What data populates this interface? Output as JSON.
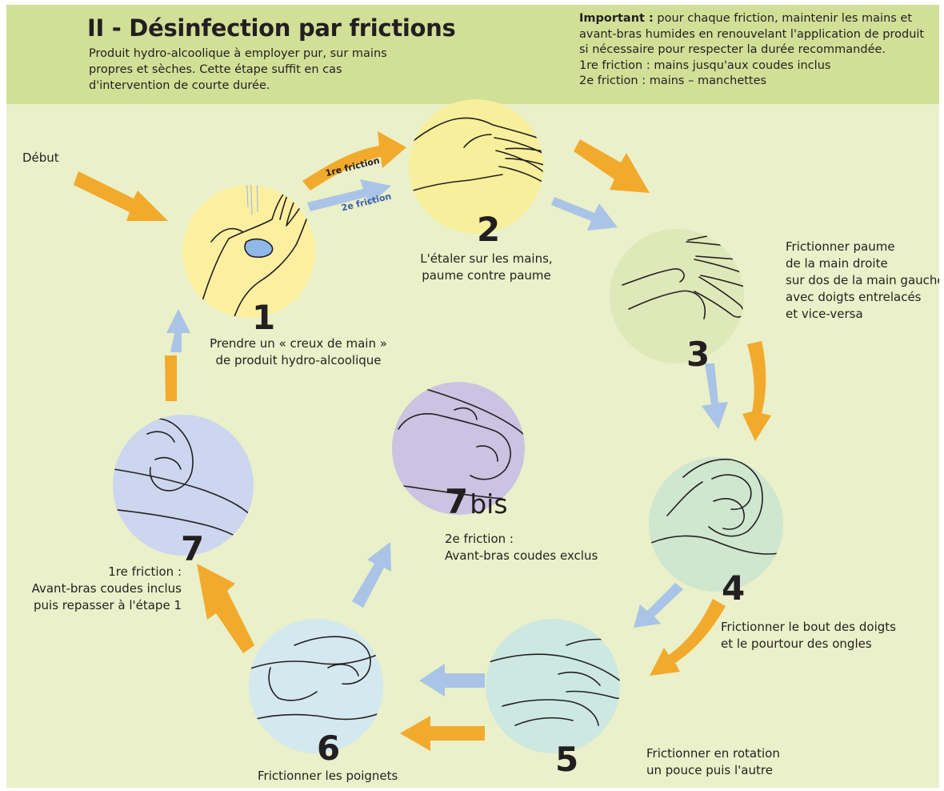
{
  "header": {
    "title": "II - Désinfection par frictions",
    "intro": "Produit hydro-alcoolique à employer pur, sur mains propres et sèches. Cette étape suffit en cas d'intervention de courte durée.",
    "important_label": "Important :",
    "important_text": " pour chaque friction, maintenir les mains et avant-bras humides en renouvelant l'application de produit si nécessaire pour respecter la durée recommandée.",
    "friction1_line": "1re friction : mains jusqu'aux coudes inclus",
    "friction2_line": "2e friction : mains – manchettes"
  },
  "start_label": "Début",
  "arrow_labels": {
    "first": "1re friction",
    "second": "2e friction"
  },
  "steps": {
    "s1": {
      "number": "1",
      "caption_1": "Prendre un « creux de main »",
      "caption_2": "de produit hydro-alcoolique"
    },
    "s2": {
      "number": "2",
      "caption_1": "L'étaler sur les mains,",
      "caption_2": "paume contre paume"
    },
    "s3": {
      "number": "3",
      "caption_1": "Frictionner paume",
      "caption_2": "de la main droite",
      "caption_3": "sur dos de la main gauche",
      "caption_4": "avec doigts entrelacés",
      "caption_5": "et vice-versa"
    },
    "s4": {
      "number": "4",
      "caption_1": "Frictionner le bout des doigts",
      "caption_2": "et le pourtour des ongles"
    },
    "s5": {
      "number": "5",
      "caption_1": "Frictionner en rotation",
      "caption_2": "un pouce puis l'autre"
    },
    "s6": {
      "number": "6",
      "caption_1": "Frictionner les poignets"
    },
    "s7": {
      "number": "7",
      "caption_1": "1re friction :",
      "caption_2": "Avant-bras coudes inclus",
      "caption_3": "puis repasser à l'étape 1"
    },
    "s7bis": {
      "number": "7",
      "suffix": "bis",
      "caption_1": "2e friction :",
      "caption_2": "Avant-bras coudes exclus"
    }
  },
  "colors": {
    "page_bg": "#eaf0c9",
    "header_bg": "#d2df97",
    "first_friction_arrow": "#f2aa2c",
    "second_friction_arrow": "#a9c4e6",
    "circle_step1": "#fcf0a0",
    "circle_step2": "#f7ef9b",
    "circle_step3": "#dfe8b9",
    "circle_step4": "#cfe6cf",
    "circle_step5": "#cde8e1",
    "circle_step6": "#d4e8ef",
    "circle_step7": "#ccd6ef",
    "circle_step7bis": "#cbc3e2"
  },
  "icons": [
    "hand-pouring-icon",
    "palm-to-palm-icon",
    "interlaced-fingers-icon",
    "fingertips-icon",
    "thumb-rotation-icon",
    "wrist-rub-icon",
    "forearm-rub-icon",
    "forearm-rub-bis-icon"
  ]
}
